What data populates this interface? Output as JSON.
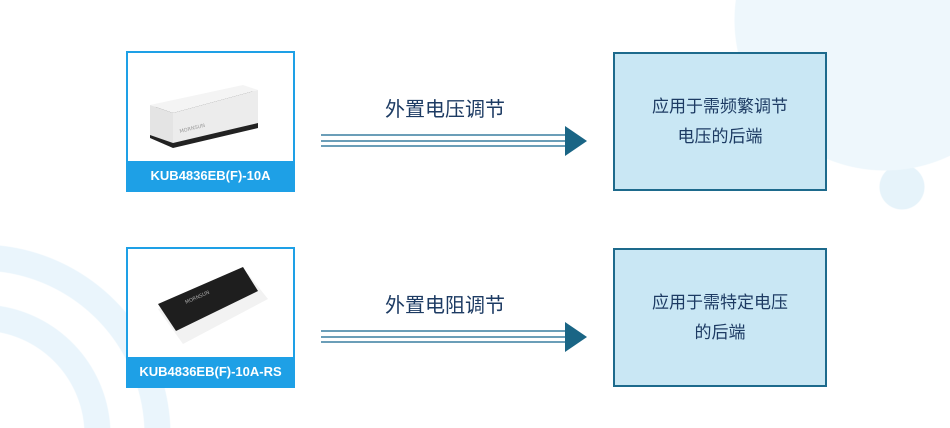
{
  "rows": [
    {
      "product": "KUB4836EB(F)-10A",
      "method": "外置电压调节",
      "application_lines": [
        "应用于需频繁调节",
        "电压的后端"
      ]
    },
    {
      "product": "KUB4836EB(F)-10A-RS",
      "method": "外置电阻调节",
      "application_lines": [
        "应用于需特定电压",
        "的后端"
      ]
    }
  ],
  "colors": {
    "accent": "#1ea0e6",
    "arrow": "#1a6585",
    "box_fill": "#c9e7f4",
    "text": "#1d3b63"
  }
}
